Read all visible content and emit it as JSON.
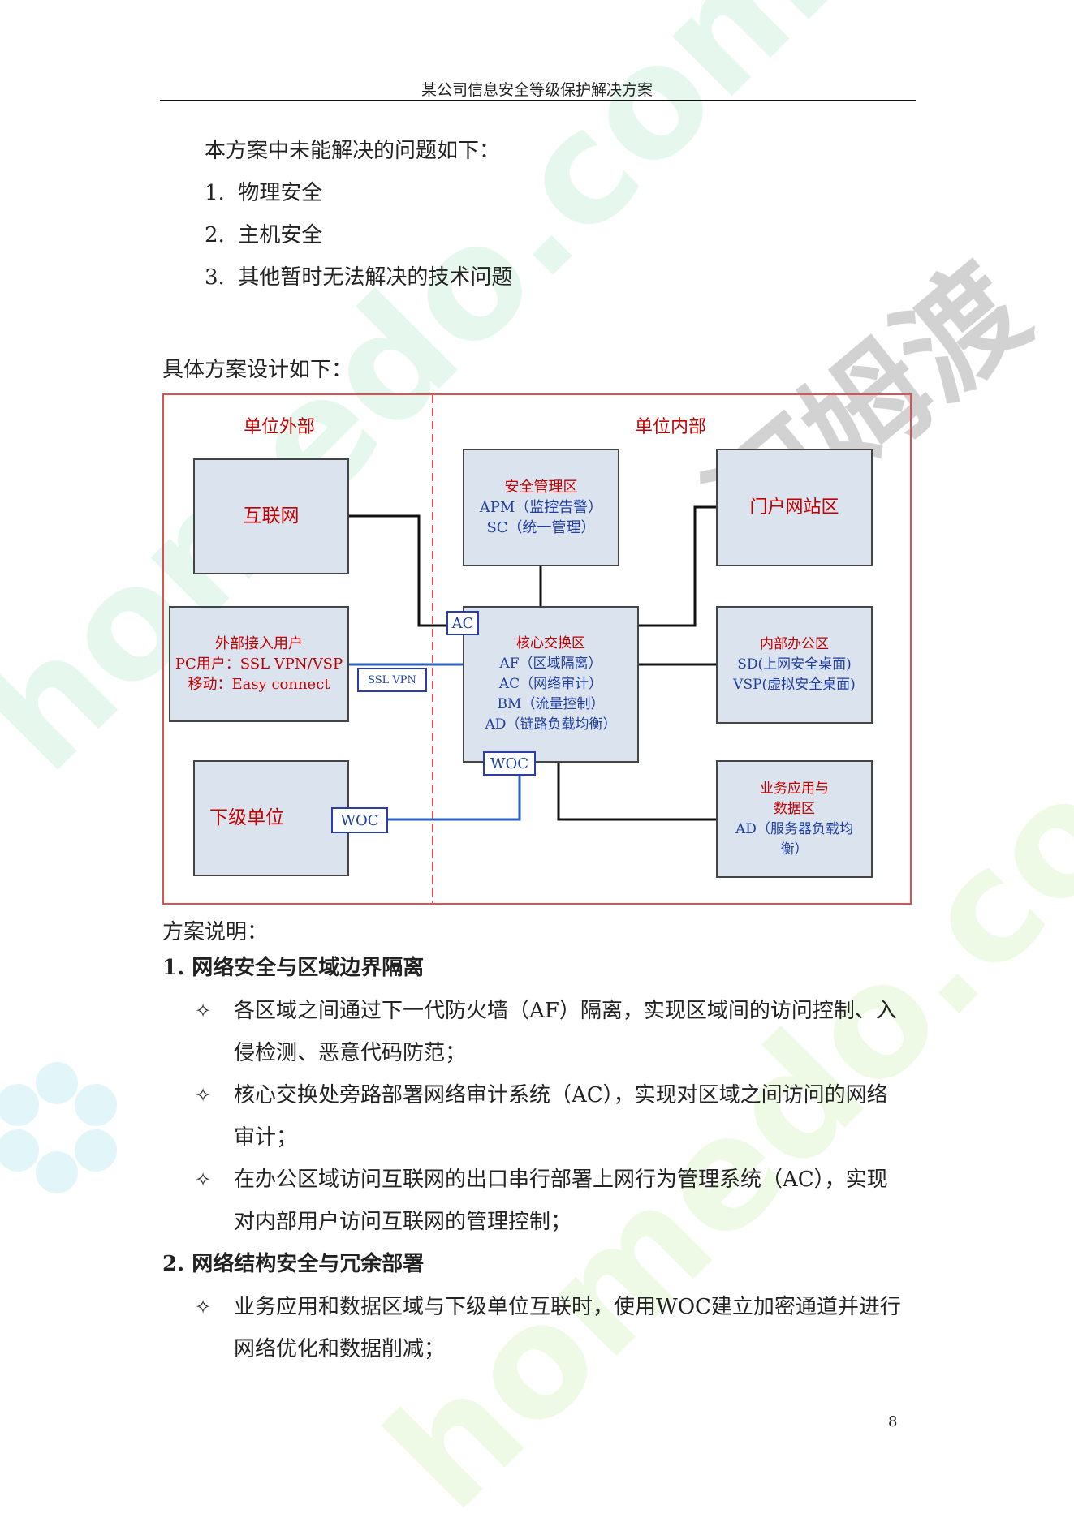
{
  "header": {
    "title": "某公司信息安全等级保护解决方案"
  },
  "intro": {
    "lead": "本方案中未能解决的问题如下：",
    "items": [
      {
        "num": "1.",
        "text": "物理安全"
      },
      {
        "num": "2.",
        "text": "主机安全"
      },
      {
        "num": "3.",
        "text": "其他暂时无法解决的技术问题"
      }
    ]
  },
  "design_lead": "具体方案设计如下：",
  "diagram": {
    "outside_label": "单位外部",
    "inside_label": "单位内部",
    "internet": "互联网",
    "external_users": {
      "title": "外部接入用户",
      "pc": "PC用户：SSL VPN/VSP",
      "mobile": "移动：Easy connect"
    },
    "sub_unit": "下级单位",
    "security_mgmt": {
      "title": "安全管理区",
      "line1": "APM（监控告警）",
      "line2": "SC（统一管理）"
    },
    "core": {
      "title": "核心交换区",
      "line1": "AF（区域隔离）",
      "line2": "AC（网络审计）",
      "line3": "BM（流量控制）",
      "line4": "AD（链路负载均衡）"
    },
    "portal": "门户网站区",
    "office": {
      "title": "内部办公区",
      "line1": "SD(上网安全桌面)",
      "line2": "VSP(虚拟安全桌面)"
    },
    "business": {
      "line1": "业务应用与",
      "line2": "数据区",
      "line3": "AD（服务器负载均",
      "line4": "衡）"
    },
    "tag_ac": "AC",
    "tag_ssl": "SSL VPN",
    "tag_woc_core": "WOC",
    "tag_woc_sub": "WOC"
  },
  "explain": {
    "title": "方案说明：",
    "sections": [
      {
        "num": "1.",
        "heading": "网络安全与区域边界隔离",
        "bullets": [
          {
            "line1": "各区域之间通过下一代防火墙（AF）隔离，实现区域间的访问控制、入",
            "line2": "侵检测、恶意代码防范；"
          },
          {
            "line1": "核心交换处旁路部署网络审计系统（AC），实现对区域之间访问的网络",
            "line2": "审计；"
          },
          {
            "line1": "在办公区域访问互联网的出口串行部署上网行为管理系统（AC），实现",
            "line2": "对内部用户访问互联网的管理控制；"
          }
        ]
      },
      {
        "num": "2.",
        "heading": "网络结构安全与冗余部署",
        "bullets": [
          {
            "line1": "业务应用和数据区域与下级单位互联时，使用WOC建立加密通道并进行",
            "line2": "网络优化和数据削减；"
          }
        ]
      }
    ],
    "bullet_symbol": "✧"
  },
  "page_number": "8",
  "watermark": {
    "text1": "homedo.com",
    "text2": "河姆渡",
    "color": "#c9f0c9"
  }
}
